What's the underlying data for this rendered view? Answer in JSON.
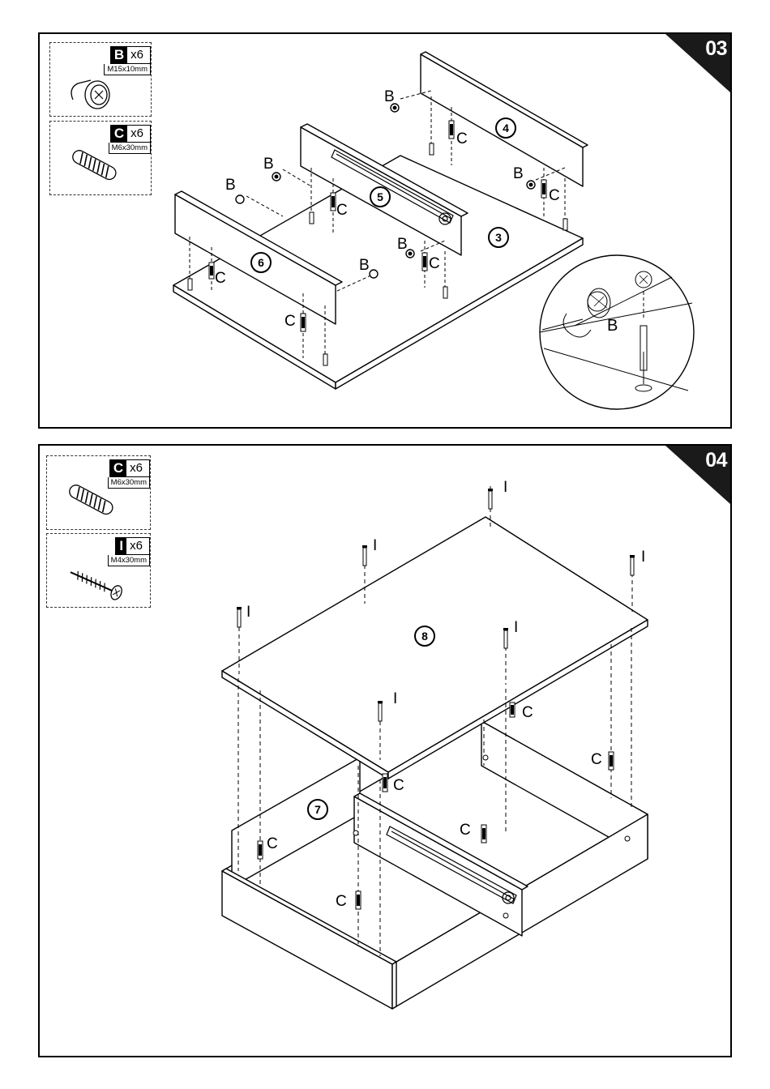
{
  "steps": [
    {
      "number": "03",
      "parts": [
        {
          "letter": "B",
          "qty": "x6",
          "size": "M15x10mm",
          "icon": "cam-lock-icon"
        },
        {
          "letter": "C",
          "qty": "x6",
          "size": "M6x30mm",
          "icon": "cam-bolt-icon"
        }
      ],
      "panel_numbers": [
        "4",
        "5",
        "6",
        "3"
      ],
      "callout_letters": {
        "B": "B",
        "C": "C"
      }
    },
    {
      "number": "04",
      "parts": [
        {
          "letter": "C",
          "qty": "x6",
          "size": "M6x30mm",
          "icon": "cam-bolt-icon"
        },
        {
          "letter": "I",
          "qty": "x6",
          "size": "M4x30mm",
          "icon": "screw-icon"
        }
      ],
      "panel_numbers": [
        "8",
        "7"
      ],
      "callout_letters": {
        "I": "I",
        "C": "C"
      }
    }
  ],
  "colors": {
    "badge": "#1a1a1a",
    "line": "#000000",
    "panel": "#ffffff"
  }
}
